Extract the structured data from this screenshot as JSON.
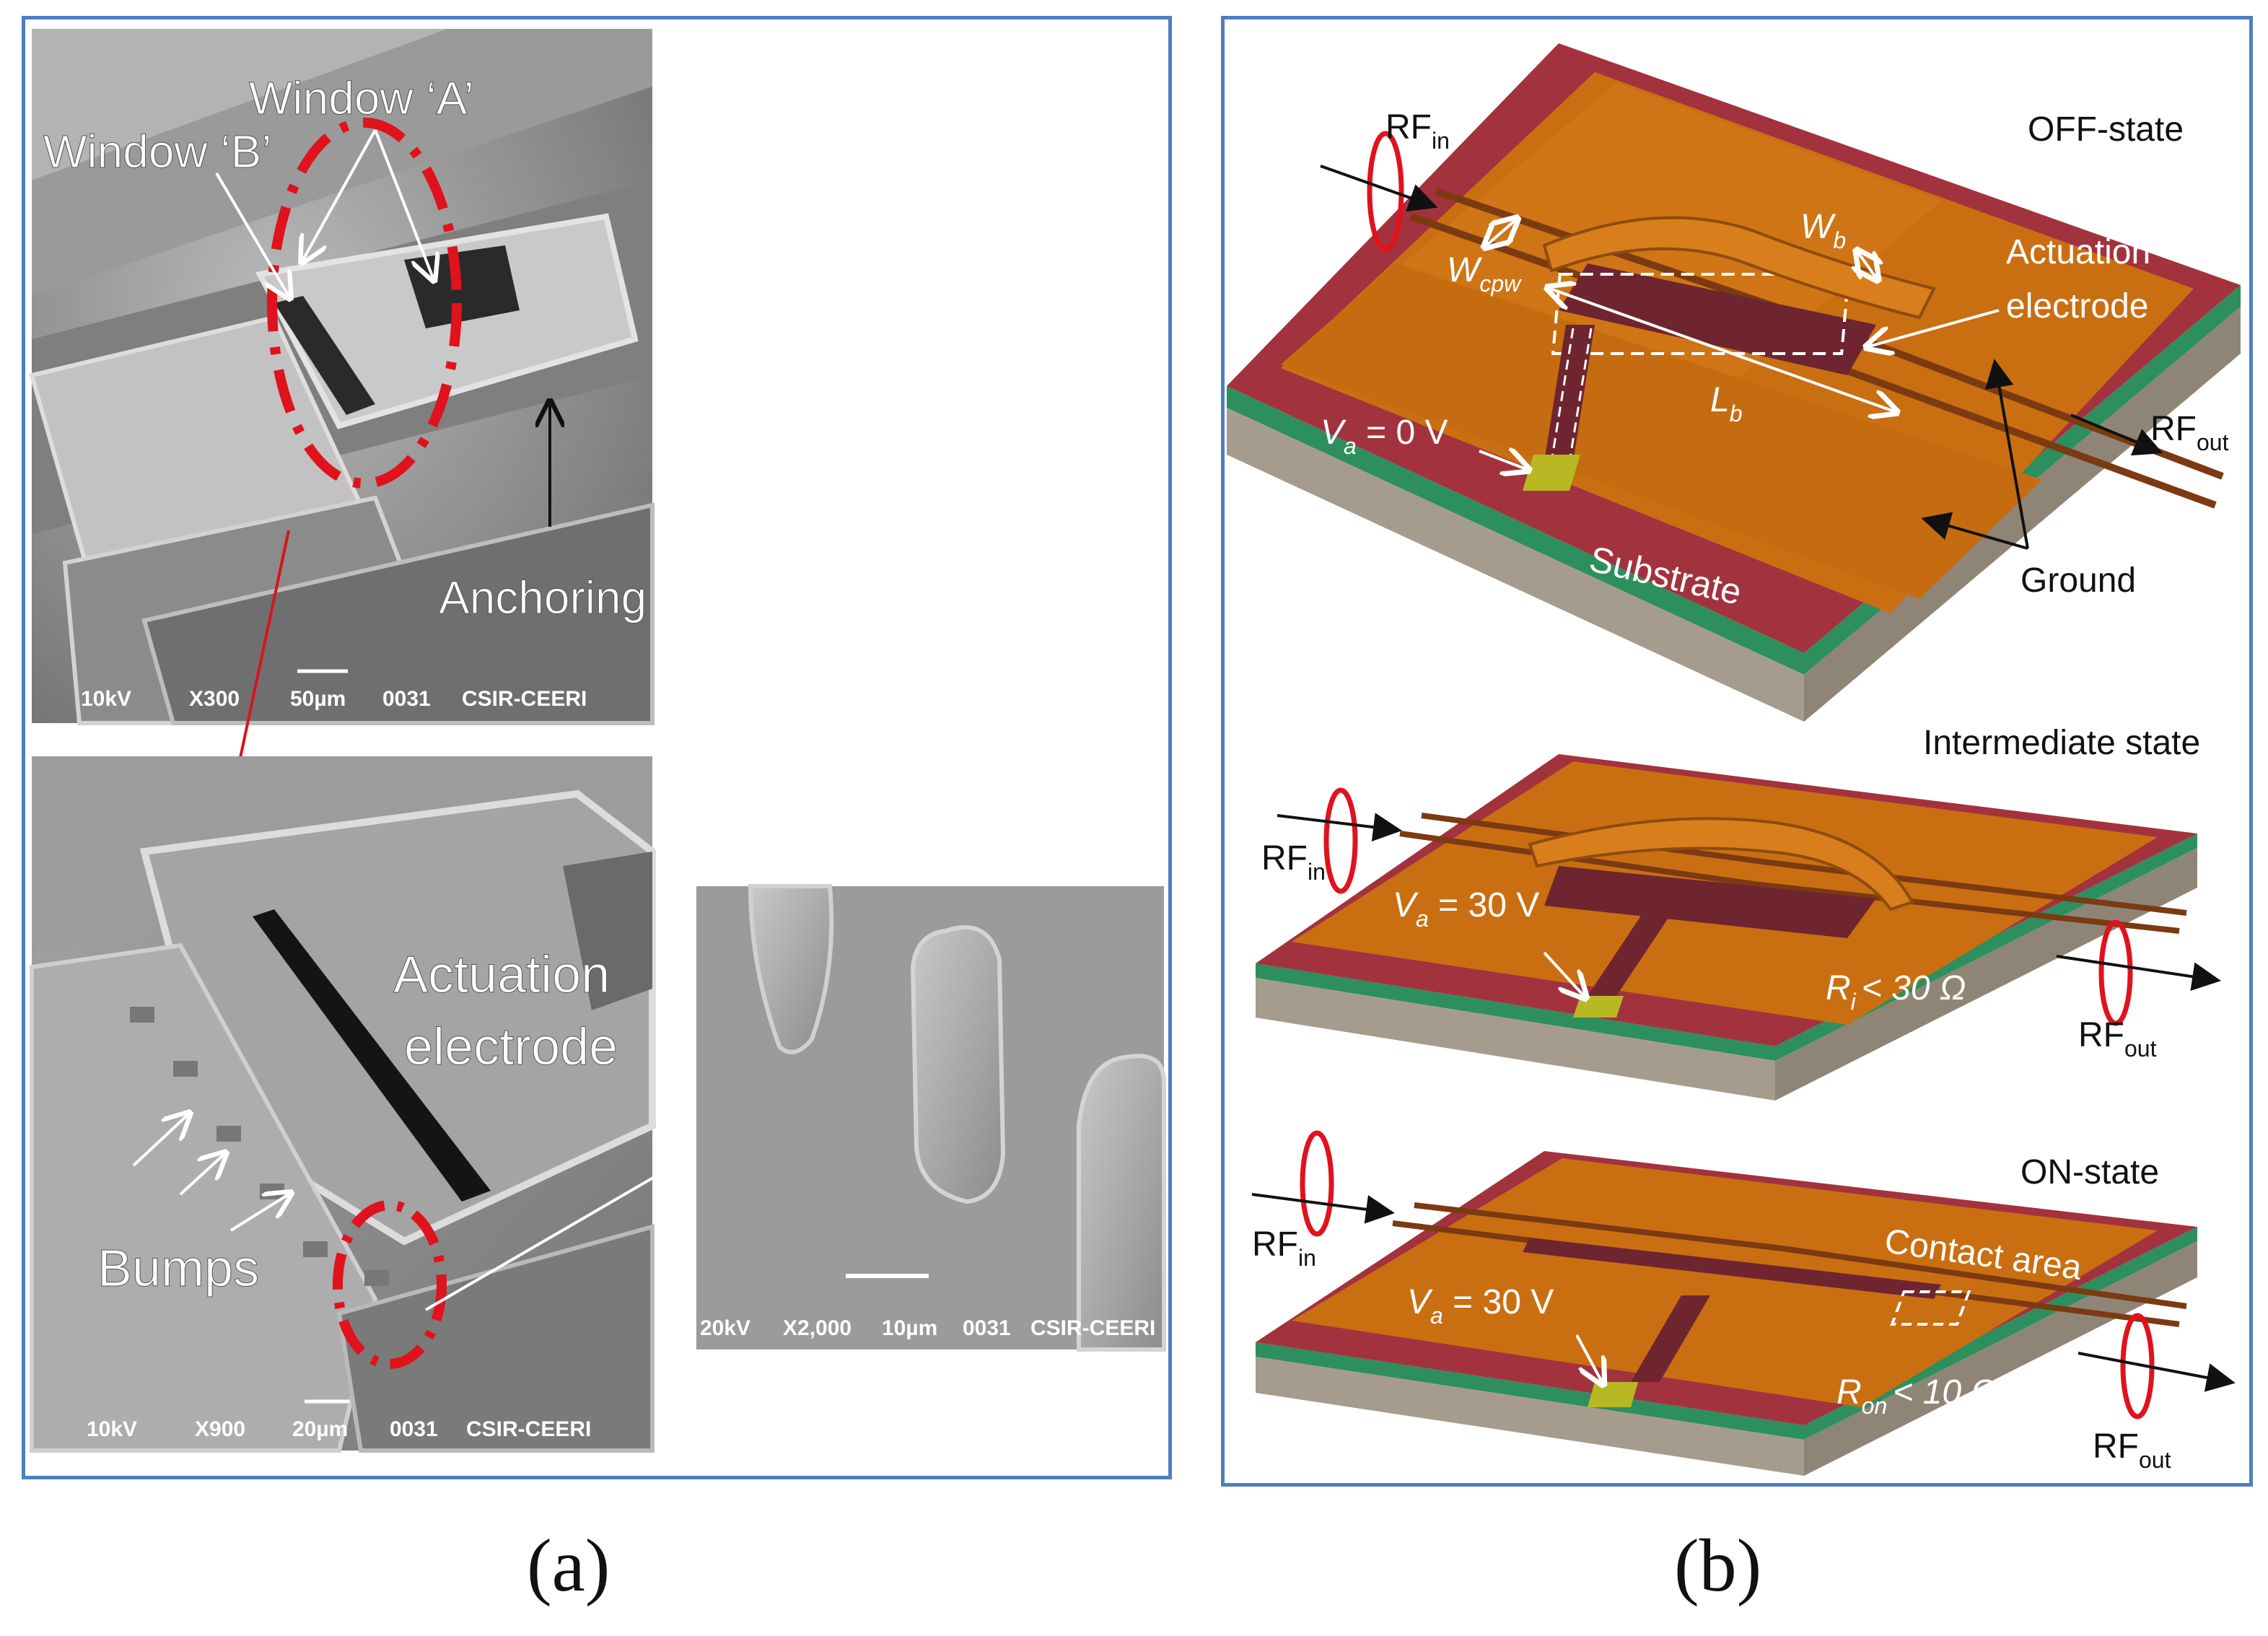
{
  "panel_a": {
    "label": "(a)",
    "sem_top": {
      "window_a": "Window ‘A’",
      "window_b": "Window ‘B’",
      "anchoring": "Anchoring",
      "footer": {
        "kv": "10kV",
        "mag": "X300",
        "scale": "50µm",
        "num": "0031",
        "org": "CSIR-CEERI"
      }
    },
    "sem_bottom": {
      "actuation_line1": "Actuation",
      "actuation_line2": "electrode",
      "bumps": "Bumps",
      "footer": {
        "kv": "10kV",
        "mag": "X900",
        "scale": "20µm",
        "num": "0031",
        "org": "CSIR-CEERI"
      }
    },
    "sem_zoom": {
      "footer": {
        "kv": "20kV",
        "mag": "X2,000",
        "scale": "10µm",
        "num": "0031",
        "org": "CSIR-CEERI"
      }
    }
  },
  "panel_b": {
    "label": "(b)",
    "off_state": {
      "title": "OFF-state",
      "rf_in": "RF",
      "rf_in_sub": "in",
      "rf_out": "RF",
      "rf_out_sub": "out",
      "w_b": "W",
      "w_b_sub": "b",
      "w_cpw": "W",
      "w_cpw_sub": "cpw",
      "l_b": "L",
      "l_b_sub": "b",
      "actuation_line1": "Actuation",
      "actuation_line2": "electrode",
      "voltage_var": "V",
      "voltage_sub": "a",
      "voltage_val": " = 0 V",
      "substrate": "Substrate",
      "ground": "Ground"
    },
    "intermediate_state": {
      "title": "Intermediate state",
      "rf_in": "RF",
      "rf_in_sub": "in",
      "rf_out": "RF",
      "rf_out_sub": "out",
      "voltage_var": "V",
      "voltage_sub": "a",
      "voltage_val": " = 30 V",
      "resistance_var": "R",
      "resistance_sub": "i",
      "resistance_val": "< 30 Ω"
    },
    "on_state": {
      "title": "ON-state",
      "rf_in": "RF",
      "rf_in_sub": "in",
      "rf_out": "RF",
      "rf_out_sub": "out",
      "contact_area": "Contact area",
      "voltage_var": "V",
      "voltage_sub": "a",
      "voltage_val": " = 30 V",
      "resistance_var": "R",
      "resistance_sub": "on",
      "resistance_val": "< 10 Ω"
    }
  },
  "colors": {
    "frame_border": "#4f7ec1",
    "gold": "#c96f12",
    "gold_light": "#e08a2a",
    "maroon": "#9e3140",
    "substrate": "#a59c8e",
    "green_layer": "#2e8f5e",
    "pad": "#b8b824",
    "dashed_red": "#e0121c",
    "sem_gray": "#8e8e8e"
  }
}
